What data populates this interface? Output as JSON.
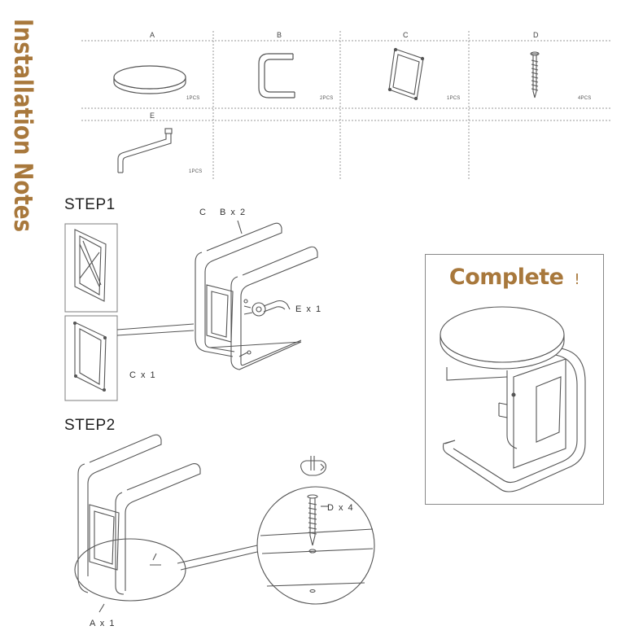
{
  "title": "Installation Notes",
  "parts": [
    {
      "letter": "A",
      "qty": "1PCS",
      "icon": "round-seat-top"
    },
    {
      "letter": "B",
      "qty": "2PCS",
      "icon": "u-frame-leg"
    },
    {
      "letter": "C",
      "qty": "1PCS",
      "icon": "side-panel"
    },
    {
      "letter": "D",
      "qty": "4PCS",
      "icon": "screw"
    },
    {
      "letter": "E",
      "qty": "1PCS",
      "icon": "allen-wrench"
    }
  ],
  "step1": {
    "title": "STEP1",
    "label_c": "C",
    "label_b": "B x 2",
    "label_e": "E x 1",
    "label_cx": "C x 1"
  },
  "step2": {
    "title": "STEP2",
    "label_d": "D x 4",
    "label_a": "A x 1"
  },
  "complete": {
    "title": "Complete",
    "mark": "!"
  },
  "colors": {
    "accent": "#a8783c",
    "line": "#555555"
  }
}
